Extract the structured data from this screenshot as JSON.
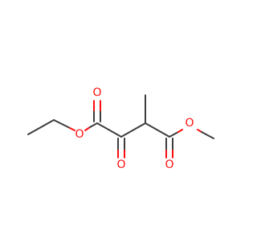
{
  "molecule": {
    "atom_labels": {
      "o_ester1_carbonyl": "O",
      "o_ester1_single": "O",
      "o_ketone": "O",
      "o_ester2_carbonyl": "O",
      "o_ester2_single": "O"
    },
    "colors": {
      "bond": "#3c3c3c",
      "oxygen": "#ff0d0d",
      "background": "#ffffff"
    }
  }
}
